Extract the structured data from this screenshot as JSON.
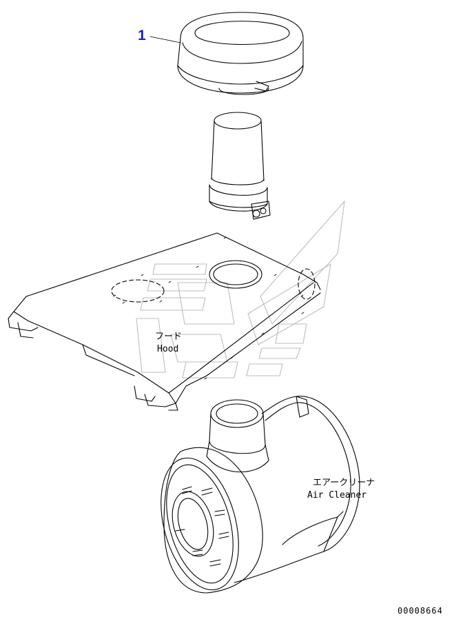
{
  "callouts": [
    {
      "number": "1",
      "color": "#1a1adb"
    }
  ],
  "labels": {
    "hood_jp": "フード",
    "hood_en": "Hood",
    "cleaner_jp": "エアークリーナ",
    "cleaner_en": "Air Cleaner"
  },
  "figure_code": "00008664",
  "icons": [
    "precleaner-cap",
    "air-intake-pipe",
    "hood-panel",
    "air-cleaner",
    "watermark-logo"
  ]
}
